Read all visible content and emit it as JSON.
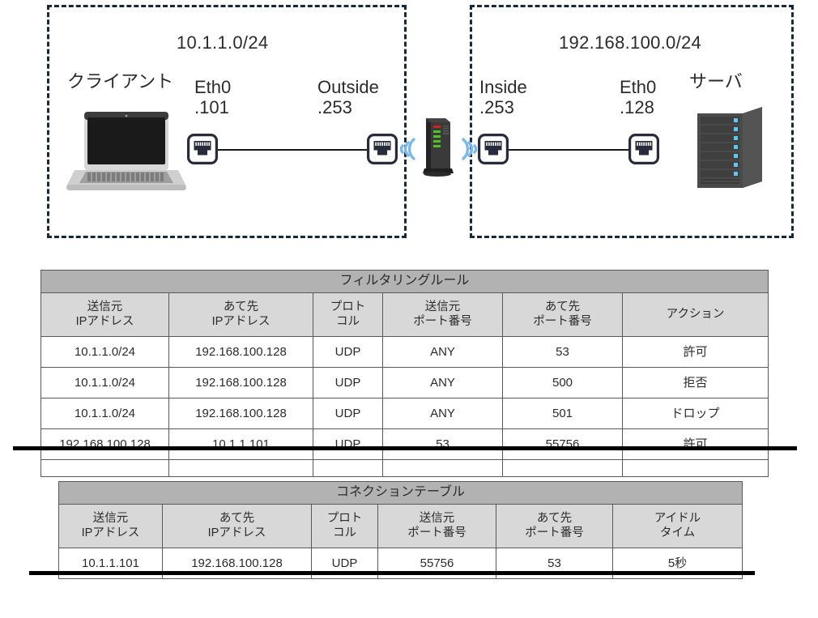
{
  "topology": {
    "left_zone": {
      "subnet": "10.1.1.0/24",
      "client_label": "クライアント",
      "client_if": "Eth0\n.101",
      "client_if_name": "Eth0",
      "client_if_addr": ".101",
      "fw_outside_name": "Outside",
      "fw_outside_addr": ".253"
    },
    "right_zone": {
      "subnet": "192.168.100.0/24",
      "fw_inside_name": "Inside",
      "fw_inside_addr": ".253",
      "server_if_name": "Eth0",
      "server_if_addr": ".128",
      "server_label": "サーバ"
    },
    "colors": {
      "zone_border": "#16293b",
      "wifi": "#7ab8e8",
      "wire": "#1a1a1a",
      "server_body": "#4d4d4d",
      "server_led": "#5bc8f5",
      "router_body": "#3a3a3a",
      "router_led_green": "#4fc326",
      "router_led_red": "#cf2020"
    },
    "icons": {
      "client": "laptop-icon",
      "server": "server-rack-icon",
      "firewall": "router-firewall-icon",
      "port": "rj45-port-icon",
      "wireless": "wifi-signal-icon"
    }
  },
  "filtering_table": {
    "title": "フィルタリングルール",
    "columns": [
      "送信元\nIPアドレス",
      "あて先\nIPアドレス",
      "プロト\nコル",
      "送信元\nポート番号",
      "あて先\nポート番号",
      "アクション"
    ],
    "columns_l1": [
      "送信元",
      "あて先",
      "プロト",
      "送信元",
      "あて先",
      "アクション"
    ],
    "columns_l2": [
      "IPアドレス",
      "IPアドレス",
      "コル",
      "ポート番号",
      "ポート番号",
      ""
    ],
    "rows": [
      {
        "src_ip": "10.1.1.0/24",
        "dst_ip": "192.168.100.128",
        "protocol": "UDP",
        "src_port": "ANY",
        "dst_port": "53",
        "action": "許可",
        "struck": false
      },
      {
        "src_ip": "10.1.1.0/24",
        "dst_ip": "192.168.100.128",
        "protocol": "UDP",
        "src_port": "ANY",
        "dst_port": "500",
        "action": "拒否",
        "struck": false
      },
      {
        "src_ip": "10.1.1.0/24",
        "dst_ip": "192.168.100.128",
        "protocol": "UDP",
        "src_port": "ANY",
        "dst_port": "501",
        "action": "ドロップ",
        "struck": false
      },
      {
        "src_ip": "192.168.100.128",
        "dst_ip": "10.1.1.101",
        "protocol": "UDP",
        "src_port": "53",
        "dst_port": "55756",
        "action": "許可",
        "struck": true
      }
    ]
  },
  "connection_table": {
    "title": "コネクションテーブル",
    "columns_l1": [
      "送信元",
      "あて先",
      "プロト",
      "送信元",
      "あて先",
      "アイドル"
    ],
    "columns_l2": [
      "IPアドレス",
      "IPアドレス",
      "コル",
      "ポート番号",
      "ポート番号",
      "タイム"
    ],
    "rows": [
      {
        "src_ip": "10.1.1.101",
        "dst_ip": "192.168.100.128",
        "protocol": "UDP",
        "src_port": "55756",
        "dst_port": "53",
        "idle_time": "5秒",
        "struck": true
      }
    ]
  }
}
